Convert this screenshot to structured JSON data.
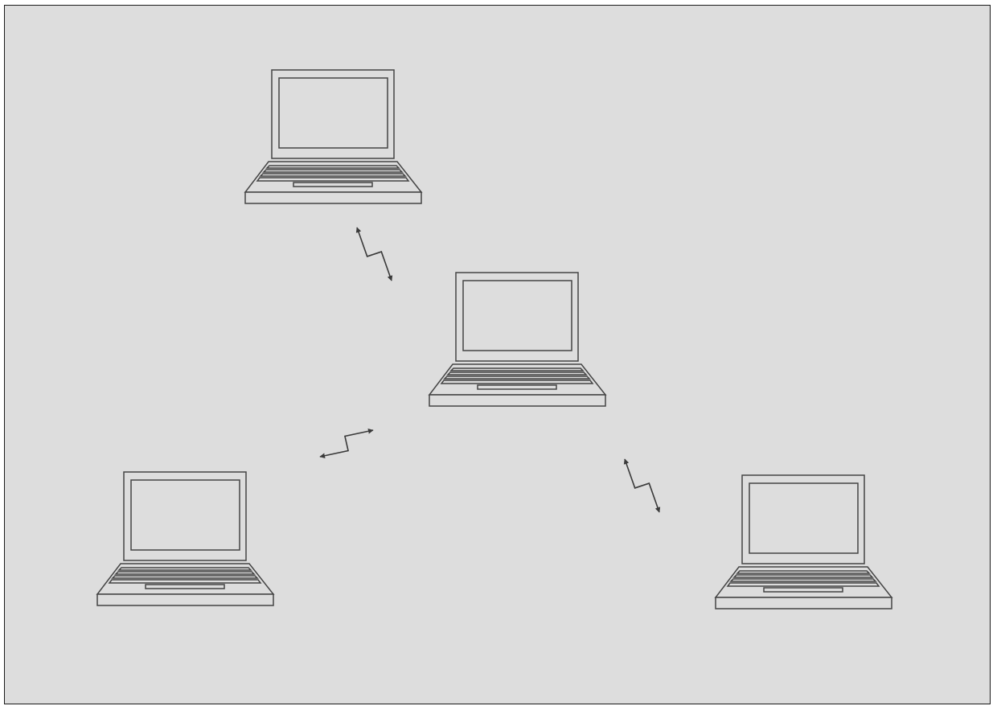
{
  "diagram": {
    "colors": {
      "background": "#dddddd",
      "frame_stroke": "#1a1a1a",
      "laptop_stroke": "#444444",
      "laptop_fill": "#dddddd",
      "link_stroke": "#3a3a3a"
    },
    "nodes": [
      {
        "id": "laptop-top",
        "icon": "laptop-icon"
      },
      {
        "id": "laptop-center",
        "icon": "laptop-icon"
      },
      {
        "id": "laptop-bottom-left",
        "icon": "laptop-icon"
      },
      {
        "id": "laptop-bottom-right",
        "icon": "laptop-icon"
      }
    ],
    "links": [
      {
        "id": "link-top-center",
        "from": "laptop-top",
        "to": "laptop-center",
        "icon": "wireless-link-icon"
      },
      {
        "id": "link-bottom-left-center",
        "from": "laptop-bottom-left",
        "to": "laptop-center",
        "icon": "wireless-link-icon"
      },
      {
        "id": "link-center-bottom-right",
        "from": "laptop-center",
        "to": "laptop-bottom-right",
        "icon": "wireless-link-icon"
      }
    ]
  }
}
